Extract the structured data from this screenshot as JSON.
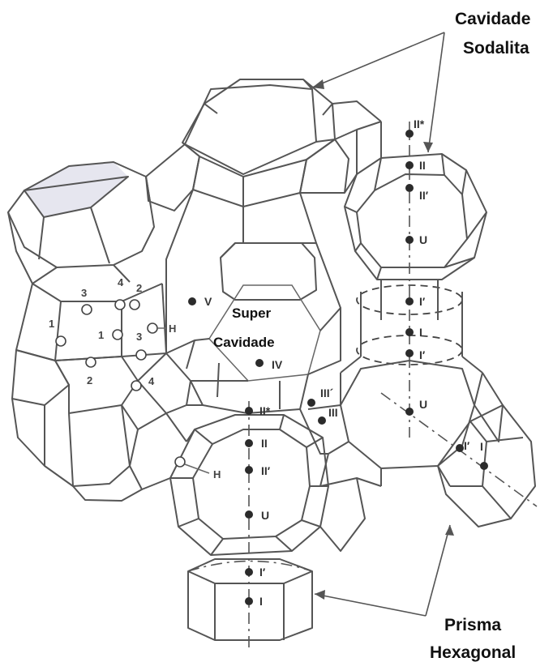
{
  "labels": {
    "cavidade_sodalita": [
      "Cavidade",
      "Sodalita"
    ],
    "prisma_hexagonal": [
      "Prisma",
      "Hexagonal"
    ],
    "super_cavidade": [
      "Super",
      "Cavidade"
    ]
  },
  "sites": {
    "right_column": [
      "II*",
      "II",
      "II′",
      "U",
      "I′",
      "I",
      "I′",
      "U"
    ],
    "right_prism": [
      "I′",
      "I"
    ],
    "bottom_column": [
      "II*",
      "II",
      "II′",
      "U",
      "I′",
      "I"
    ],
    "supercage": [
      "V",
      "IV",
      "III´",
      "III"
    ],
    "oxygen_left": [
      "1",
      "2",
      "3",
      "4"
    ],
    "oxygen_right": [
      "1",
      "2",
      "3",
      "4"
    ],
    "hydrogen": [
      "H",
      "H"
    ]
  },
  "colors": {
    "ink": "#555555",
    "dot": "#2b2b2b",
    "text": "#111111"
  }
}
